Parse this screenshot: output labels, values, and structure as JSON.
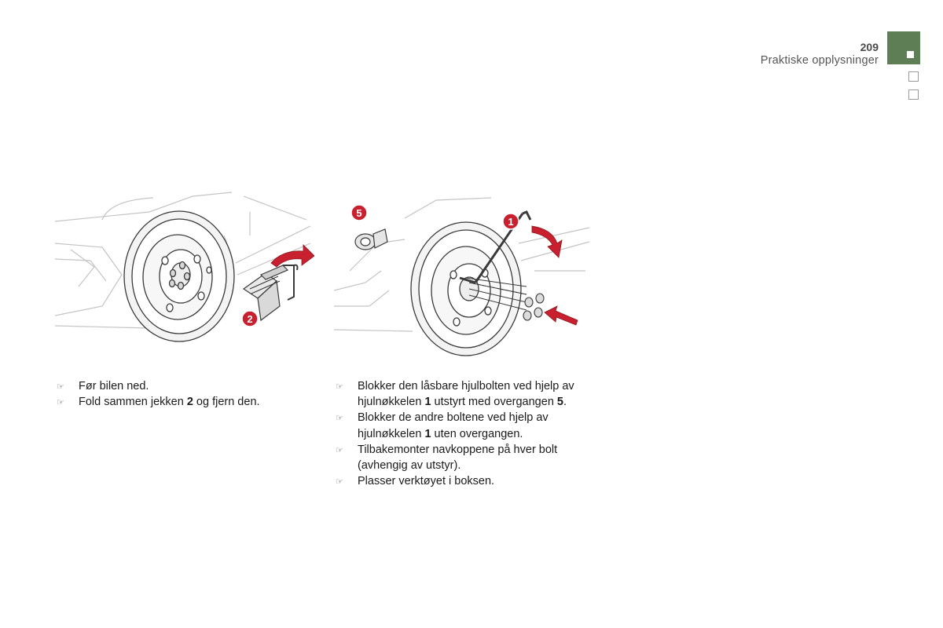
{
  "header": {
    "page_number": "209",
    "section_title": "Praktiske opplysninger",
    "chapter_tab_color": "#5e7f55"
  },
  "figures": {
    "left": {
      "callouts": [
        "2"
      ]
    },
    "right": {
      "callouts": [
        "5",
        "1"
      ]
    },
    "callout_color": "#c8202e",
    "line_color": "#b9b9b9"
  },
  "instructions": {
    "left": [
      {
        "segments": [
          "Før bilen ned."
        ]
      },
      {
        "segments": [
          "Fold sammen jekken ",
          "2",
          " og fjern den."
        ]
      }
    ],
    "right": [
      {
        "segments": [
          "Blokker den låsbare hjulbolten ved hjelp av hjulnøkkelen ",
          "1",
          " utstyrt med overgangen ",
          "5",
          "."
        ]
      },
      {
        "segments": [
          "Blokker de andre boltene ved hjelp av hjulnøkkelen ",
          "1",
          " uten overgangen."
        ]
      },
      {
        "segments": [
          "Tilbakemonter navkoppene på hver bolt (avhengig av utstyr)."
        ]
      },
      {
        "segments": [
          "Plasser verktøyet i boksen."
        ]
      }
    ],
    "bullet_icon": "pointing-hand-icon",
    "bullet_glyph": "☞"
  }
}
